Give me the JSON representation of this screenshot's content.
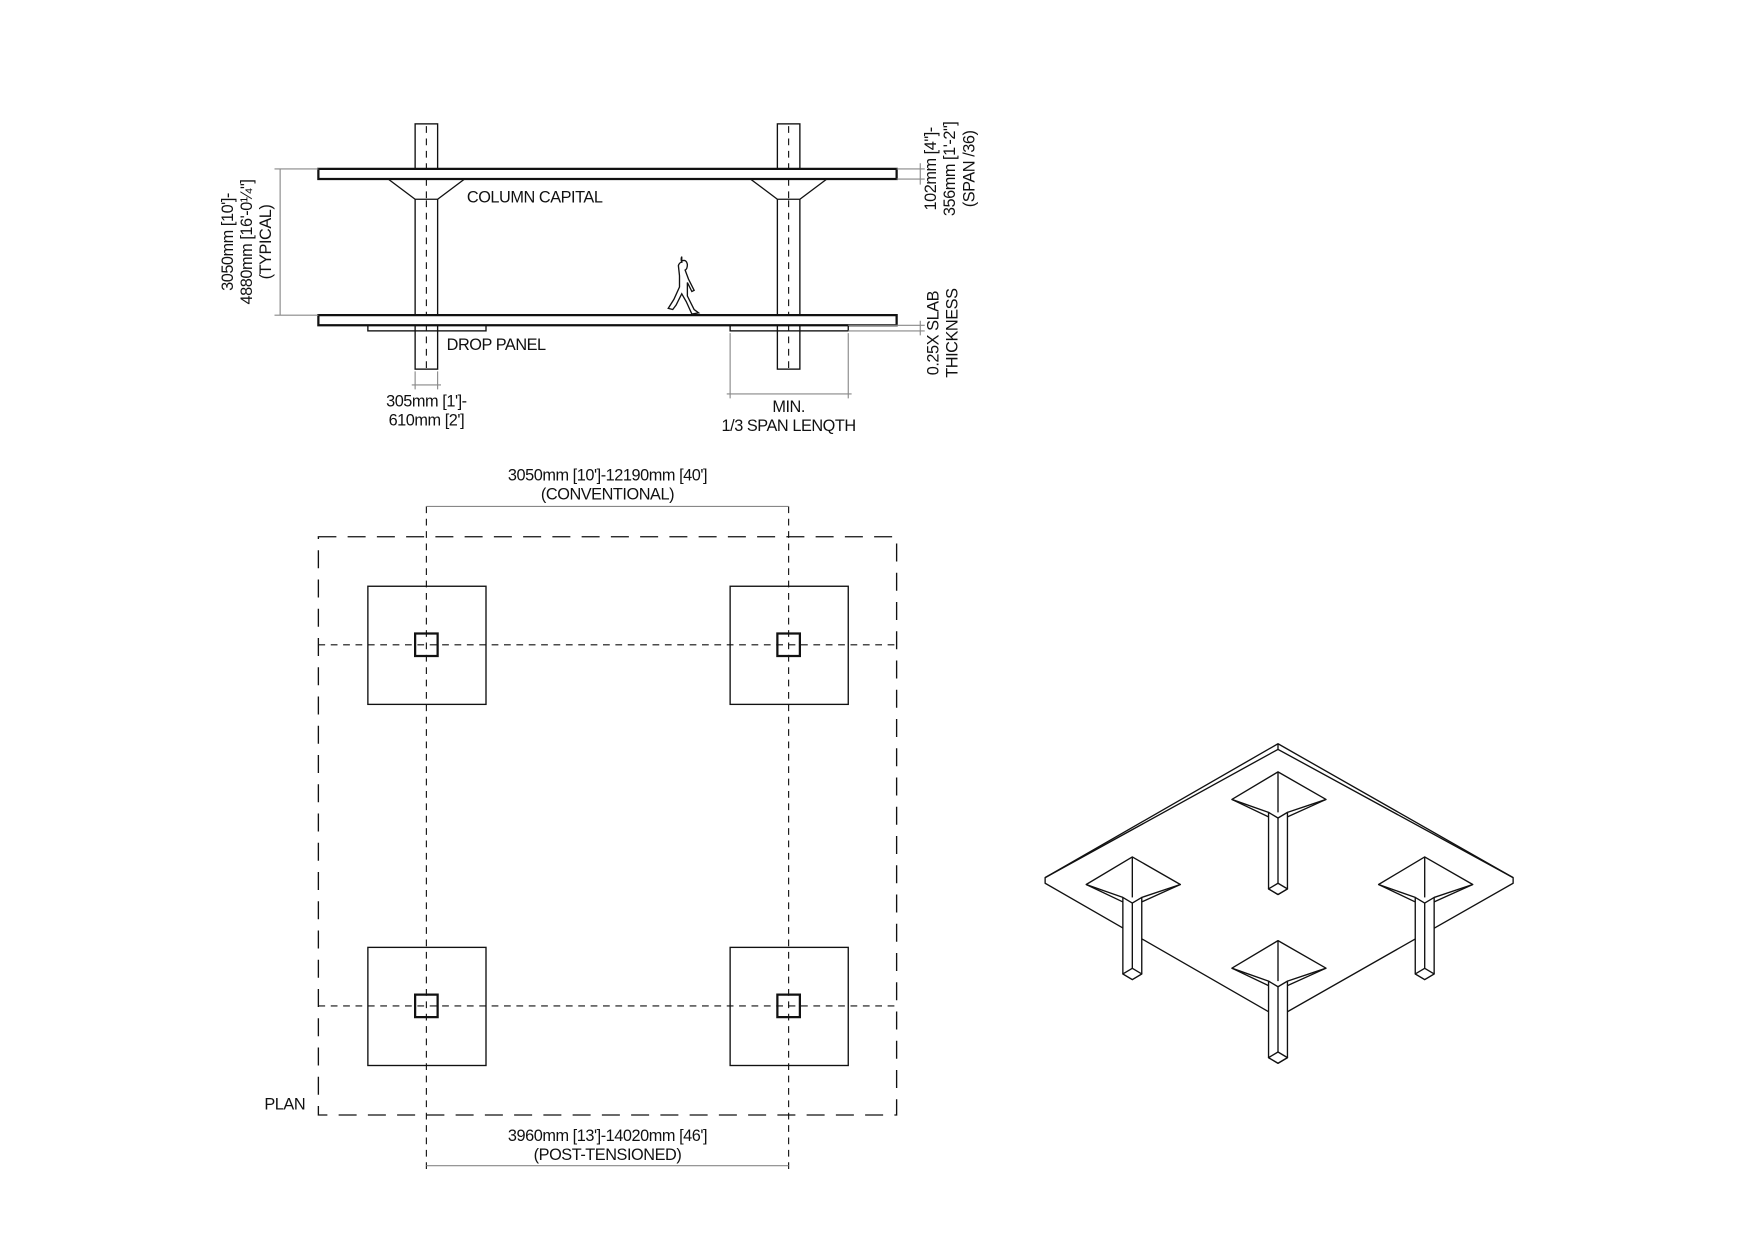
{
  "section": {
    "column_capital_label": "COLUMN CAPITAL",
    "drop_panel_label": "DROP PANEL",
    "column_width_dim": [
      "305mm [1']-",
      "610mm [2']"
    ],
    "drop_panel_width_dim": [
      "MIN.",
      "1/3 SPAN LENQTH"
    ],
    "floor_height_dim": [
      "3050mm [10']-",
      "4880mm [16'-0¼\"]",
      "(TYPICAL)"
    ],
    "slab_thickness_dim": [
      "102mm [4\"]-",
      "356mm [1'-2\"]",
      "(SPAN /36)"
    ],
    "drop_panel_thickness_dim": [
      "0.25X SLAB",
      "THICKNESS"
    ]
  },
  "plan": {
    "label": "PLAN",
    "span_conventional": [
      "3050mm [10']-12190mm [40']",
      "(CONVENTIONAL)"
    ],
    "span_post_tensioned": [
      "3960mm [13']-14020mm [46']",
      "(POST-TENSIONED)"
    ]
  }
}
